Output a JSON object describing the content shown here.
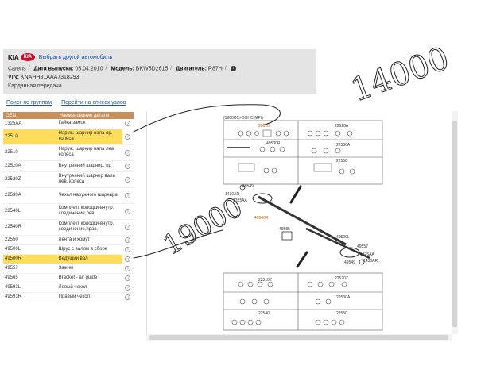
{
  "header": {
    "brand": "KIA",
    "logo_text": "KIA",
    "change_model": "Выбрать другой автомобиль",
    "model_name": "Carens",
    "release_label": "Дата выпуска:",
    "release_value": "05.04.2010",
    "model_label": "Модель:",
    "model_value": "BKW5D2615",
    "engine_label": "Двигатель:",
    "engine_value": "R87H",
    "vin_label": "VIN:",
    "vin_value": "KNAHH81AAA7318293",
    "section": "Карданная передача"
  },
  "links": {
    "search_groups": "Поиск по группам",
    "go_units": "Перейти на список узлов"
  },
  "table": {
    "headers": [
      "OEN",
      "Наименование детали"
    ],
    "rows": [
      {
        "oen": "1325AA",
        "name": "Гайка-замок",
        "hl": false
      },
      {
        "oen": "22510",
        "name": "Наруж. шарнир вала пр. колеса",
        "hl": true
      },
      {
        "oen": "22510",
        "name": "Наруж. шарнир вала лев. колеса",
        "hl": false
      },
      {
        "oen": "22520A",
        "name": "Внутренний шарнир, пр",
        "hl": false
      },
      {
        "oen": "22520Z",
        "name": "Внутренний шарнир вала лев. колеса",
        "hl": false
      },
      {
        "oen": "22530A",
        "name": "Чехол наружного шарнира",
        "hl": false
      },
      {
        "oen": "22540L",
        "name": "Комплект колодки-внутр. соединение,лев.",
        "hl": false
      },
      {
        "oen": "22540R",
        "name": "Комплект колодки-внутр. соединение,прав.",
        "hl": false
      },
      {
        "oen": "22550",
        "name": "Лента и хомут",
        "hl": false
      },
      {
        "oen": "49500L",
        "name": "Шрус с валом в сборе",
        "hl": false
      },
      {
        "oen": "49500R",
        "name": "Ведущий вал",
        "hl": true
      },
      {
        "oen": "49557",
        "name": "Зажим",
        "hl": false
      },
      {
        "oen": "49565",
        "name": "Bracket - air guide",
        "hl": false
      },
      {
        "oen": "49593L",
        "name": "Левый чехол",
        "hl": false
      },
      {
        "oen": "49593R",
        "name": "Правый чехол",
        "hl": false
      }
    ]
  },
  "diagram": {
    "labels": {
      "title": "(1600CC>DOHC-MPI)",
      "top_1": "22510",
      "top_2": "22520A",
      "top_3": "49500R",
      "top_4": "22530A",
      "top_5": "22550",
      "p1": "1430AR",
      "p2": "49549",
      "p3": "1325AA",
      "p4": "49500R",
      "p5": "49585",
      "p6": "49500L",
      "p7": "49557",
      "p8": "1325AA",
      "p9": "49549",
      "p10": "1430AR",
      "bot_1": "22510Z",
      "bot_2": "22520Z",
      "bot_3": "22530A",
      "bot_4": "22540L",
      "bot_5": "22550"
    }
  },
  "handwriting": {
    "note_top": "14000",
    "note_left": "19000"
  }
}
